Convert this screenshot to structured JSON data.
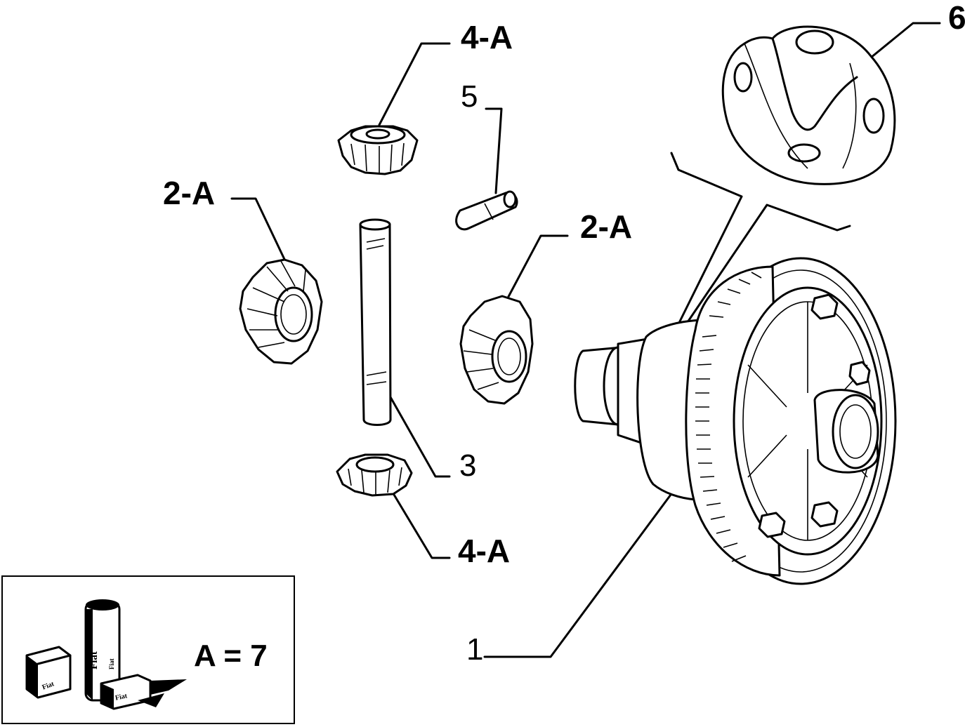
{
  "callouts": {
    "part_1": "1",
    "part_2a_left": "2-A",
    "part_2a_right": "2-A",
    "part_3": "3",
    "part_4a_top": "4-A",
    "part_4a_bottom": "4-A",
    "part_5": "5",
    "part_6": "6"
  },
  "legend": {
    "equation": "A = 7",
    "tube_text": "Fiat",
    "tube_small_text": "Fiat",
    "box_left_text": "Fiat",
    "box_right_text": "Fiat"
  }
}
